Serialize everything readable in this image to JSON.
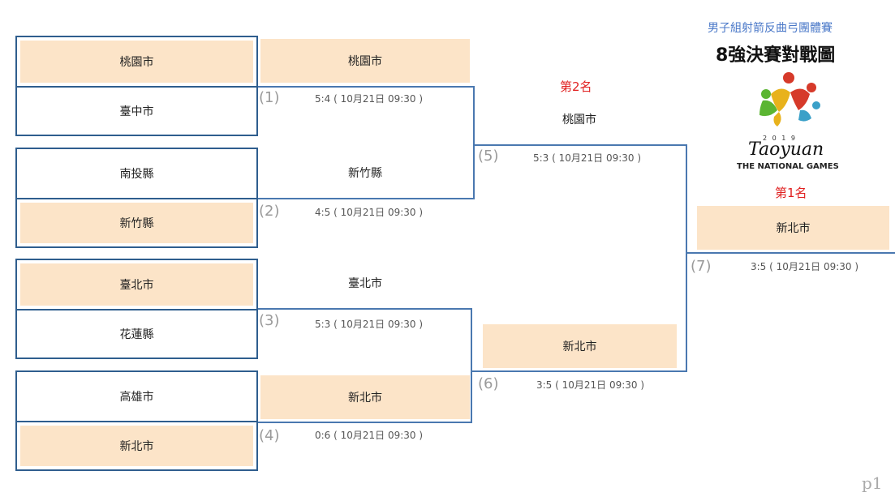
{
  "header": {
    "subtitle": "男子組射箭反曲弓團體賽",
    "title": "8強決賽對戰圖"
  },
  "logo": {
    "year": "2 0 1 9",
    "wordmark": "Taoyuan",
    "tagline": "THE NATIONAL GAMES"
  },
  "round1": [
    {
      "name": "桃園市"
    },
    {
      "name": "臺中市"
    },
    {
      "name": "南投縣"
    },
    {
      "name": "新竹縣"
    },
    {
      "name": "臺北市"
    },
    {
      "name": "花蓮縣"
    },
    {
      "name": "高雄市"
    },
    {
      "name": "新北市"
    }
  ],
  "matches": [
    {
      "no": "(1)",
      "score": "5:4 ( 10月21日 09:30 )",
      "winner": "桃園市"
    },
    {
      "no": "(2)",
      "score": "4:5 ( 10月21日 09:30 )",
      "winner": "新竹縣"
    },
    {
      "no": "(3)",
      "score": "5:3 ( 10月21日 09:30 )",
      "winner": "臺北市"
    },
    {
      "no": "(4)",
      "score": "0:6 ( 10月21日 09:30 )",
      "winner": "新北市"
    },
    {
      "no": "(5)",
      "score": "5:3 ( 10月21日 09:30 )",
      "winner": "桃園市"
    },
    {
      "no": "(6)",
      "score": "3:5 ( 10月21日 09:30 )",
      "winner": "新北市"
    },
    {
      "no": "(7)",
      "score": "3:5 ( 10月21日 09:30 )",
      "winner": "新北市"
    }
  ],
  "ranks": {
    "second": "第2名",
    "first": "第1名"
  },
  "footer": {
    "page": "p1"
  },
  "colors": {
    "line": "#4a78b0",
    "box_border": "#2f5e8e",
    "highlight": "#fce4c8",
    "rank": "#e02020",
    "subtitle": "#4a78c8"
  }
}
